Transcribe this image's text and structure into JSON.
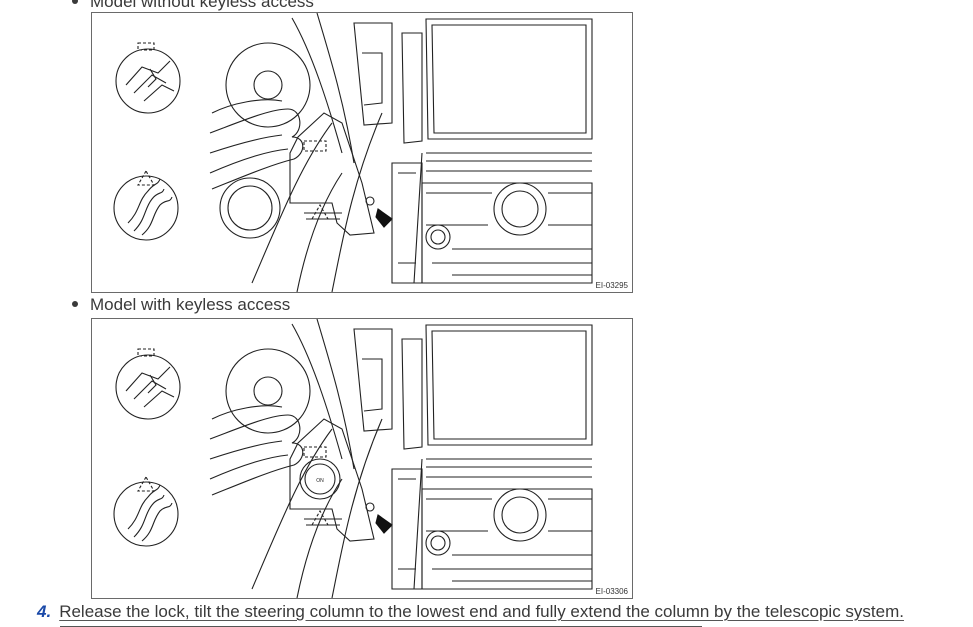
{
  "bullets": {
    "without": "Model without keyless access",
    "with": "Model with keyless access"
  },
  "figures": {
    "first_code": "EI-03295",
    "second_code": "EI-03306",
    "button_label": "ON"
  },
  "step": {
    "number": "4.",
    "text": "Release the lock, tilt the steering column to the lowest end and fully extend the column by the telescopic system."
  },
  "colors": {
    "step_number": "#1a49a8",
    "text": "#3a3a3a"
  }
}
